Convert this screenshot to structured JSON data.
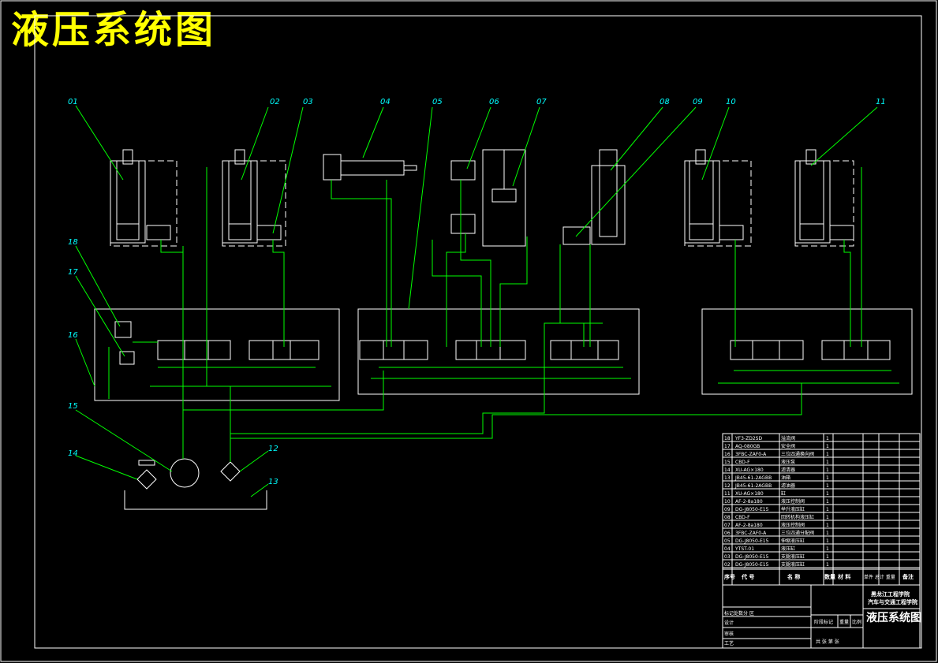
{
  "title": "液压系统图",
  "callouts": [
    "01",
    "02",
    "03",
    "04",
    "05",
    "06",
    "07",
    "08",
    "09",
    "10",
    "11",
    "12",
    "13",
    "14",
    "15",
    "16",
    "17",
    "18"
  ],
  "parts_list": [
    {
      "no": "18",
      "code": "YF3-ZD2SD",
      "name": "溢流阀",
      "qty": "1"
    },
    {
      "no": "17",
      "code": "AQ-080GB",
      "name": "安全阀",
      "qty": "1"
    },
    {
      "no": "16",
      "code": "3FBC-ZAF0-A",
      "name": "三位四通换向阀",
      "qty": "1"
    },
    {
      "no": "15",
      "code": "CBD-F",
      "name": "液压泵",
      "qty": "1"
    },
    {
      "no": "14",
      "code": "XU-AG×180",
      "name": "滤清器",
      "qty": "1"
    },
    {
      "no": "13",
      "code": "JB45-61-2AGBB",
      "name": "油箱",
      "qty": "1"
    },
    {
      "no": "12",
      "code": "JB45-61-2AGBB",
      "name": "滤油器",
      "qty": "1"
    },
    {
      "no": "11",
      "code": "XU-AG×180",
      "name": "缸",
      "qty": "1"
    },
    {
      "no": "10",
      "code": "AF-2-8a180",
      "name": "液压控制阀",
      "qty": "1"
    },
    {
      "no": "09",
      "code": "DG-J8050-E15",
      "name": "举升液压缸",
      "qty": "1"
    },
    {
      "no": "08",
      "code": "CBD-F",
      "name": "回转机构液压缸",
      "qty": "1"
    },
    {
      "no": "07",
      "code": "AF-2-8a180",
      "name": "液压控制阀",
      "qty": "1"
    },
    {
      "no": "06",
      "code": "3FBC-ZAF0-A",
      "name": "三位四通分配阀",
      "qty": "1"
    },
    {
      "no": "05",
      "code": "DG-J8050-E15",
      "name": "伸缩液压缸",
      "qty": "1"
    },
    {
      "no": "04",
      "code": "YTST-01",
      "name": "液压缸",
      "qty": "1"
    },
    {
      "no": "03",
      "code": "DG-J8050-E15",
      "name": "支腿液压缸",
      "qty": "1"
    },
    {
      "no": "02",
      "code": "DG-J8050-E15",
      "name": "支腿液压缸",
      "qty": "1"
    }
  ],
  "parts_header": {
    "no": "序号",
    "code": "代  号",
    "name": "名  称",
    "qty": "数量",
    "material": "材  料",
    "weight": "单件 总计 重量",
    "remark": "备注"
  },
  "title_block": {
    "school_1": "黑龙江工程学院",
    "school_2": "汽车与交通工程学院",
    "drawing_title": "液压系统图",
    "row1": "标记处数分 区",
    "row2": "设计",
    "row3": "审核",
    "row4": "工艺",
    "stage": "阶段标记",
    "weight": "重量",
    "scale": "比例",
    "sheet": "共 张 第 张"
  },
  "colors": {
    "title": "#ffff00",
    "frame": "#ffffff",
    "pipe": "#00ff00",
    "label": "#00ffff"
  }
}
